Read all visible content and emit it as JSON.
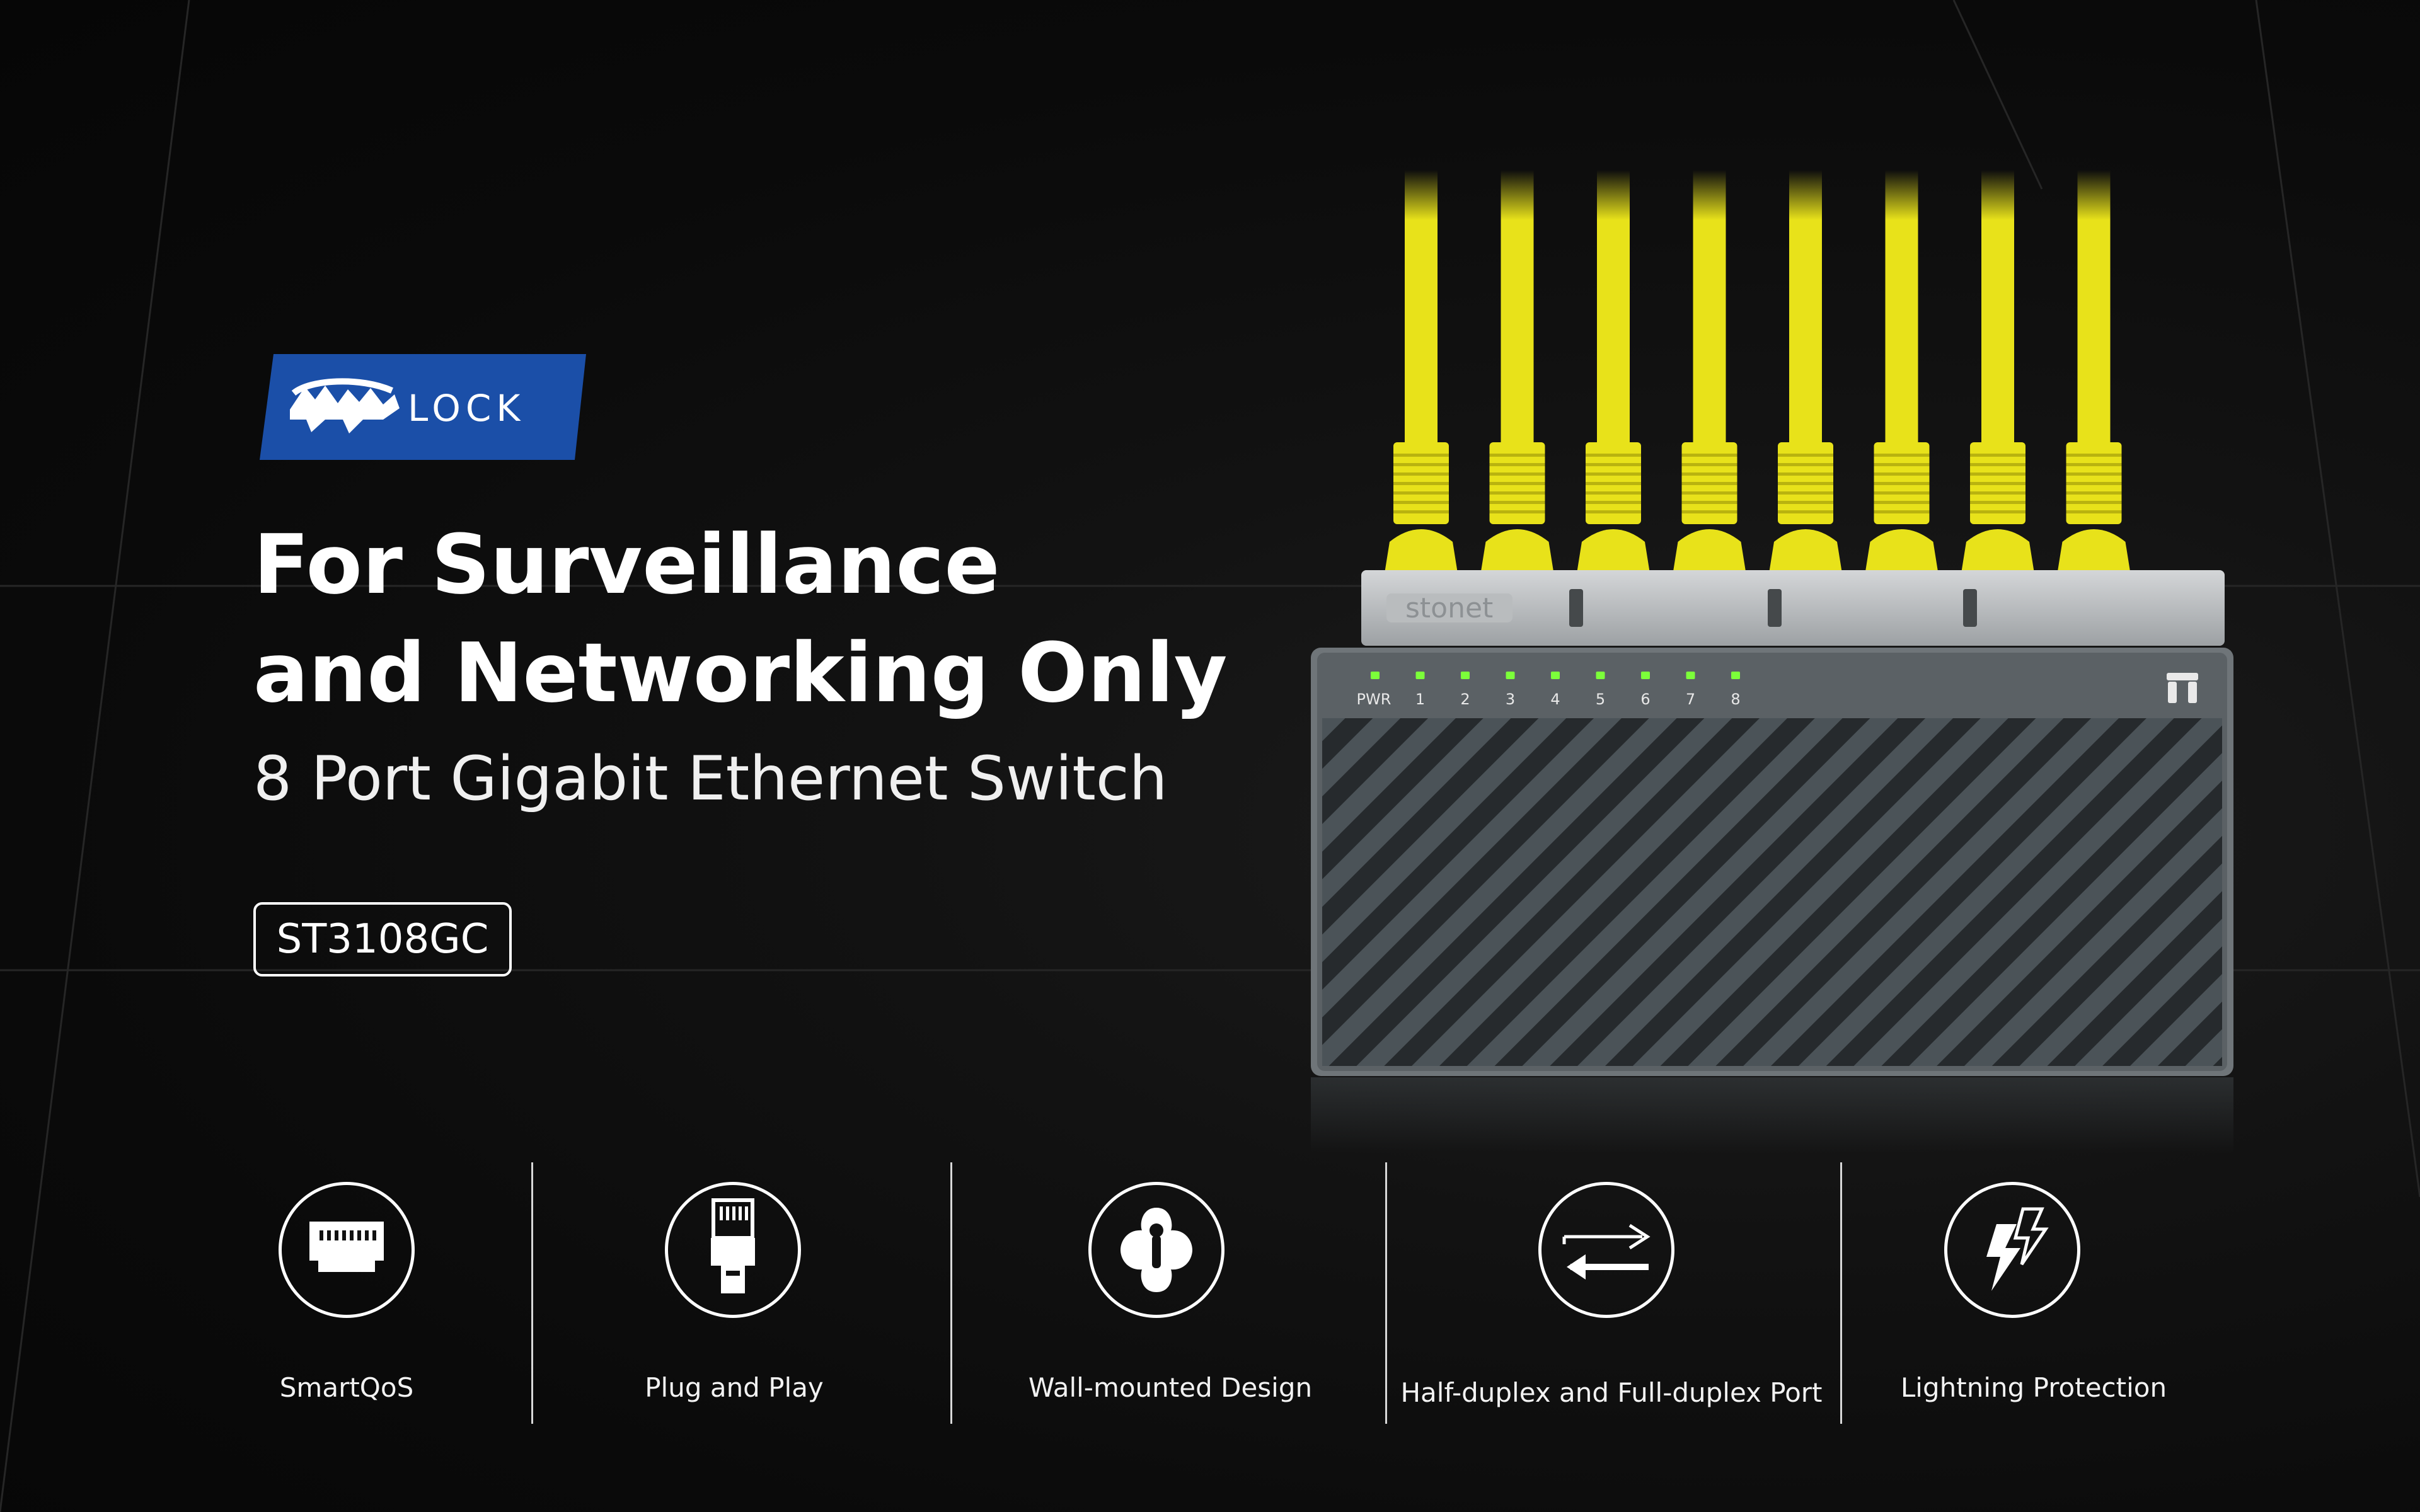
{
  "brand": {
    "badge_text": "LOCK",
    "badge_color": "#1b4fa8",
    "device_brand": "stonet"
  },
  "hero": {
    "headline_line1": "For Surveillance",
    "headline_line2": "and Networking Only",
    "subtitle": "8 Port Gigabit Ethernet Switch",
    "model": "ST3108GC"
  },
  "device": {
    "cable_color": "#e8e21a",
    "led_color": "#7cff3a",
    "port_indicators": [
      "PWR",
      "1",
      "2",
      "3",
      "4",
      "5",
      "6",
      "7",
      "8"
    ]
  },
  "features": [
    {
      "label": "SmartQoS",
      "icon": "ethernet-port-icon"
    },
    {
      "label": "Plug and Play",
      "icon": "rj45-plug-icon"
    },
    {
      "label": "Wall-mounted Design",
      "icon": "wall-mount-icon"
    },
    {
      "label": "Half-duplex and Full-duplex Port",
      "icon": "duplex-arrows-icon"
    },
    {
      "label": "Lightning Protection",
      "icon": "lightning-icon"
    }
  ]
}
